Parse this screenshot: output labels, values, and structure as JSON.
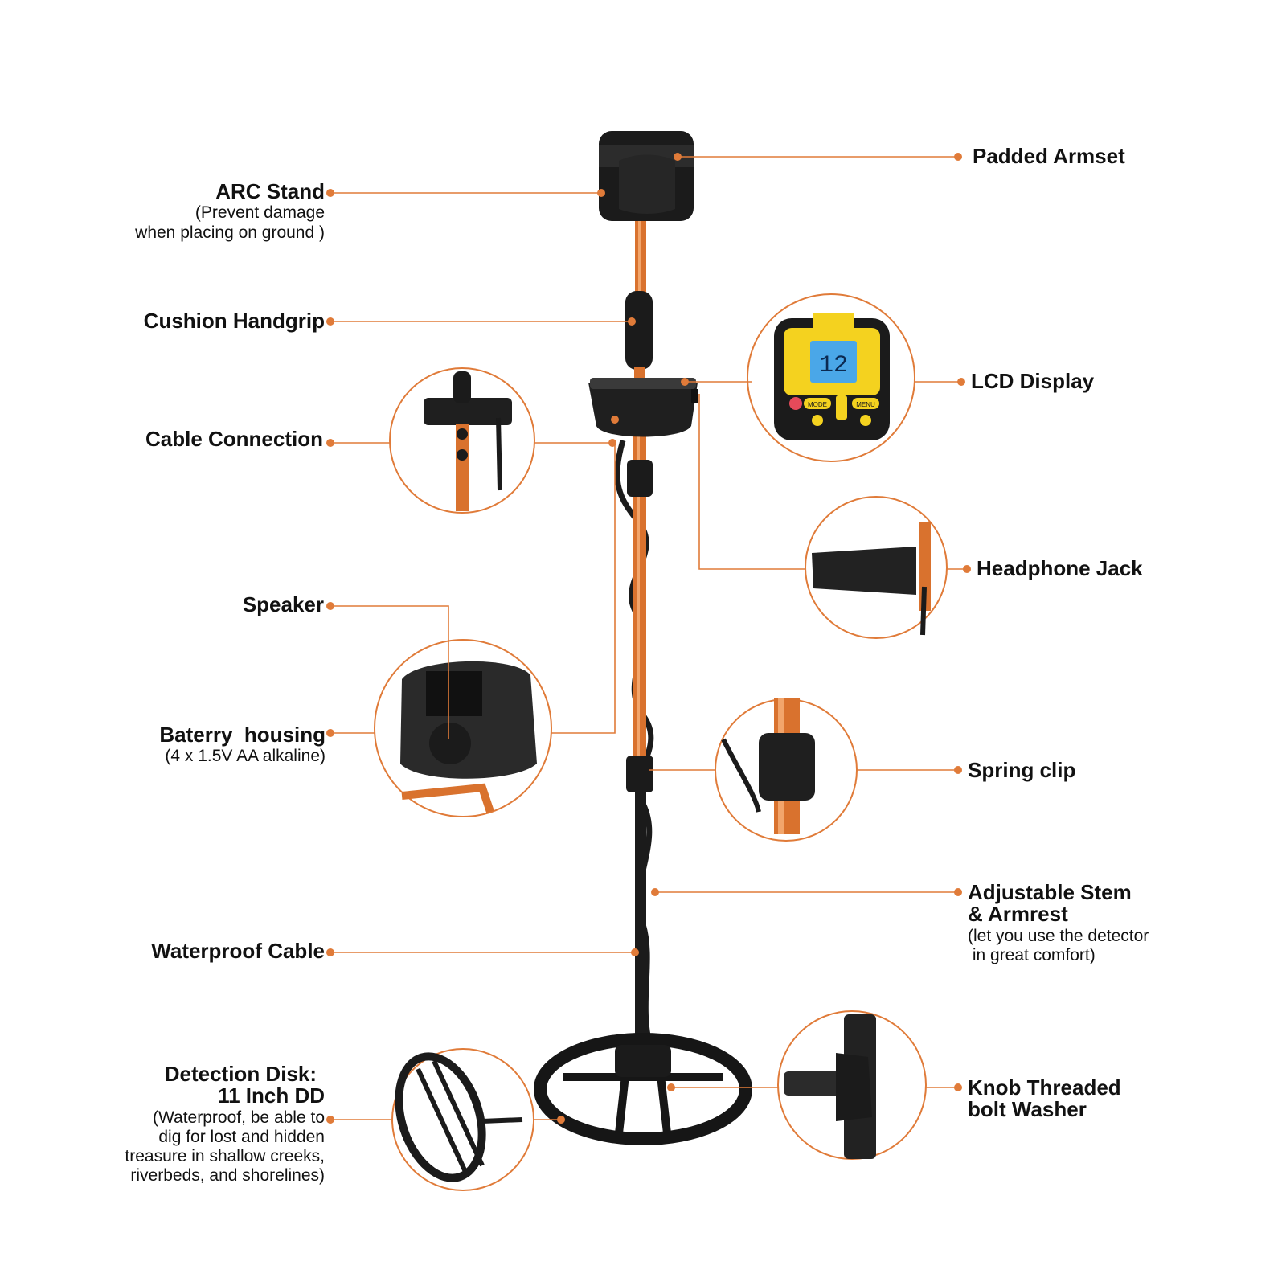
{
  "colors": {
    "accent": "#e07b39",
    "pole_orange": "#d9722e",
    "device_black": "#1b1b1b",
    "lcd_yellow": "#f4d21f",
    "lcd_blue": "#4aa7e8"
  },
  "lcd": {
    "reading": "12",
    "mode_label": "MODE",
    "menu_label": "MENU"
  },
  "labels": {
    "padded_armset": {
      "title": "Padded Armset"
    },
    "arc_stand": {
      "title": "ARC Stand",
      "sub1": "(Prevent damage",
      "sub2": "when placing on ground )"
    },
    "cushion_handgrip": {
      "title": "Cushion Handgrip"
    },
    "lcd_display": {
      "title": "LCD Display"
    },
    "cable_connection": {
      "title": "Cable Connection"
    },
    "headphone_jack": {
      "title": "Headphone Jack"
    },
    "speaker": {
      "title": "Speaker"
    },
    "battery_housing": {
      "title": "Baterry  housing",
      "sub1": "(4 x 1.5V AA alkaline)"
    },
    "spring_clip": {
      "title": "Spring clip"
    },
    "adjustable_stem": {
      "title1": "Adjustable Stem",
      "title2": "& Armrest",
      "sub1": "(let you use the detector",
      "sub2": " in great comfort)"
    },
    "waterproof_cable": {
      "title": "Waterproof Cable"
    },
    "detection_disk": {
      "title1": "Detection Disk:",
      "title2": "11 Inch DD",
      "sub1": "(Waterproof, be able to",
      "sub2": "dig for lost and hidden",
      "sub3": "treasure in shallow creeks,",
      "sub4": "riverbeds, and shorelines)"
    },
    "knob_bolt": {
      "title1": "Knob Threaded",
      "title2": "bolt Washer"
    }
  }
}
